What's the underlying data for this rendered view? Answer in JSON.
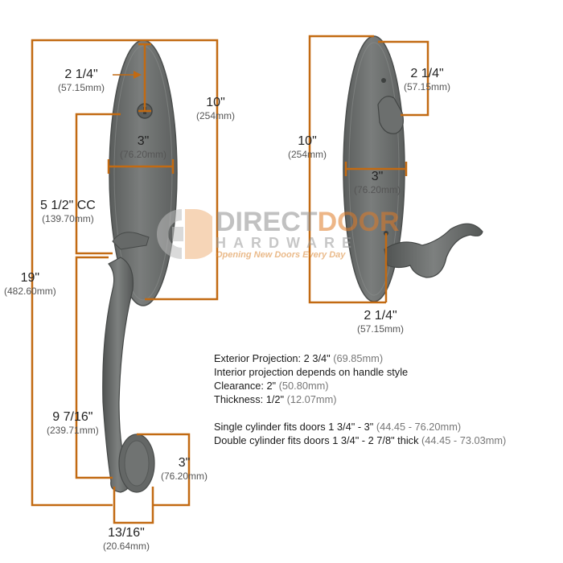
{
  "colors": {
    "dimension_line": "#c26a12",
    "hardware": "#6b6e6d",
    "hardware_dark": "#4a4c4b",
    "hardware_light": "#8e9190",
    "brand_orange": "#e07b26",
    "brand_gray": "#8f8f8f"
  },
  "logo": {
    "direct": "DIRECT",
    "door": "DOOR",
    "hardware": "HARDWARE",
    "tagline": "Opening New Doors Every Day"
  },
  "dimensions": {
    "left_key_offset": {
      "value": "2 1/4\"",
      "metric": "(57.15mm)"
    },
    "left_plate_height": {
      "value": "10\"",
      "metric": "(254mm)"
    },
    "left_plate_width": {
      "value": "3\"",
      "metric": "(76.20mm)"
    },
    "center_to_center": {
      "value": "5 1/2\" CC",
      "metric": "(139.70mm)"
    },
    "overall_height": {
      "value": "19\"",
      "metric": "(482.60mm)"
    },
    "grip_length": {
      "value": "9 7/16\"",
      "metric": "(239.71mm)"
    },
    "base_height": {
      "value": "3\"",
      "metric": "(76.20mm)"
    },
    "base_width": {
      "value": "13/16\"",
      "metric": "(20.64mm)"
    },
    "right_turn_offset": {
      "value": "2 1/4\"",
      "metric": "(57.15mm)"
    },
    "right_plate_height": {
      "value": "10\"",
      "metric": "(254mm)"
    },
    "right_plate_width": {
      "value": "3\"",
      "metric": "(76.20mm)"
    },
    "right_lever_offset": {
      "value": "2 1/4\"",
      "metric": "(57.15mm)"
    }
  },
  "specs": [
    {
      "text": "Exterior Projection: 2 3/4\"",
      "metric": "(69.85mm)"
    },
    {
      "text": "Interior projection depends on handle style",
      "metric": ""
    },
    {
      "text": "Clearance: 2\"",
      "metric": "(50.80mm)"
    },
    {
      "text": "Thickness: 1/2\"",
      "metric": "(12.07mm)"
    },
    {
      "text": "",
      "metric": ""
    },
    {
      "text": "Single cylinder fits doors 1 3/4\" - 3\"",
      "metric": "(44.45 - 76.20mm)"
    },
    {
      "text": "Double cylinder fits doors 1 3/4\" - 2 7/8\" thick",
      "metric": "(44.45 - 73.03mm)"
    }
  ]
}
